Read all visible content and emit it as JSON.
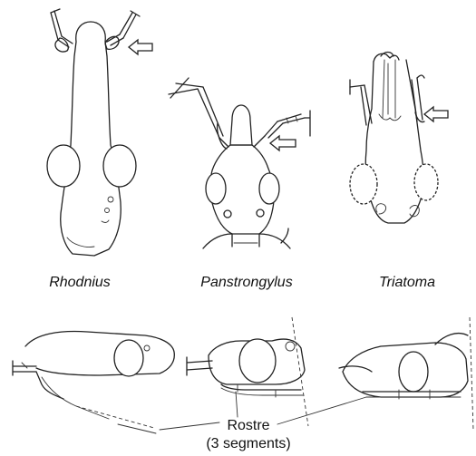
{
  "figure": {
    "labels": {
      "rhodnius": "Rhodnius",
      "panstrongylus": "Panstrongylus",
      "triatoma": "Triatoma"
    },
    "rostrum": {
      "line1": "Rostre",
      "line2": "(3 segments)"
    }
  }
}
